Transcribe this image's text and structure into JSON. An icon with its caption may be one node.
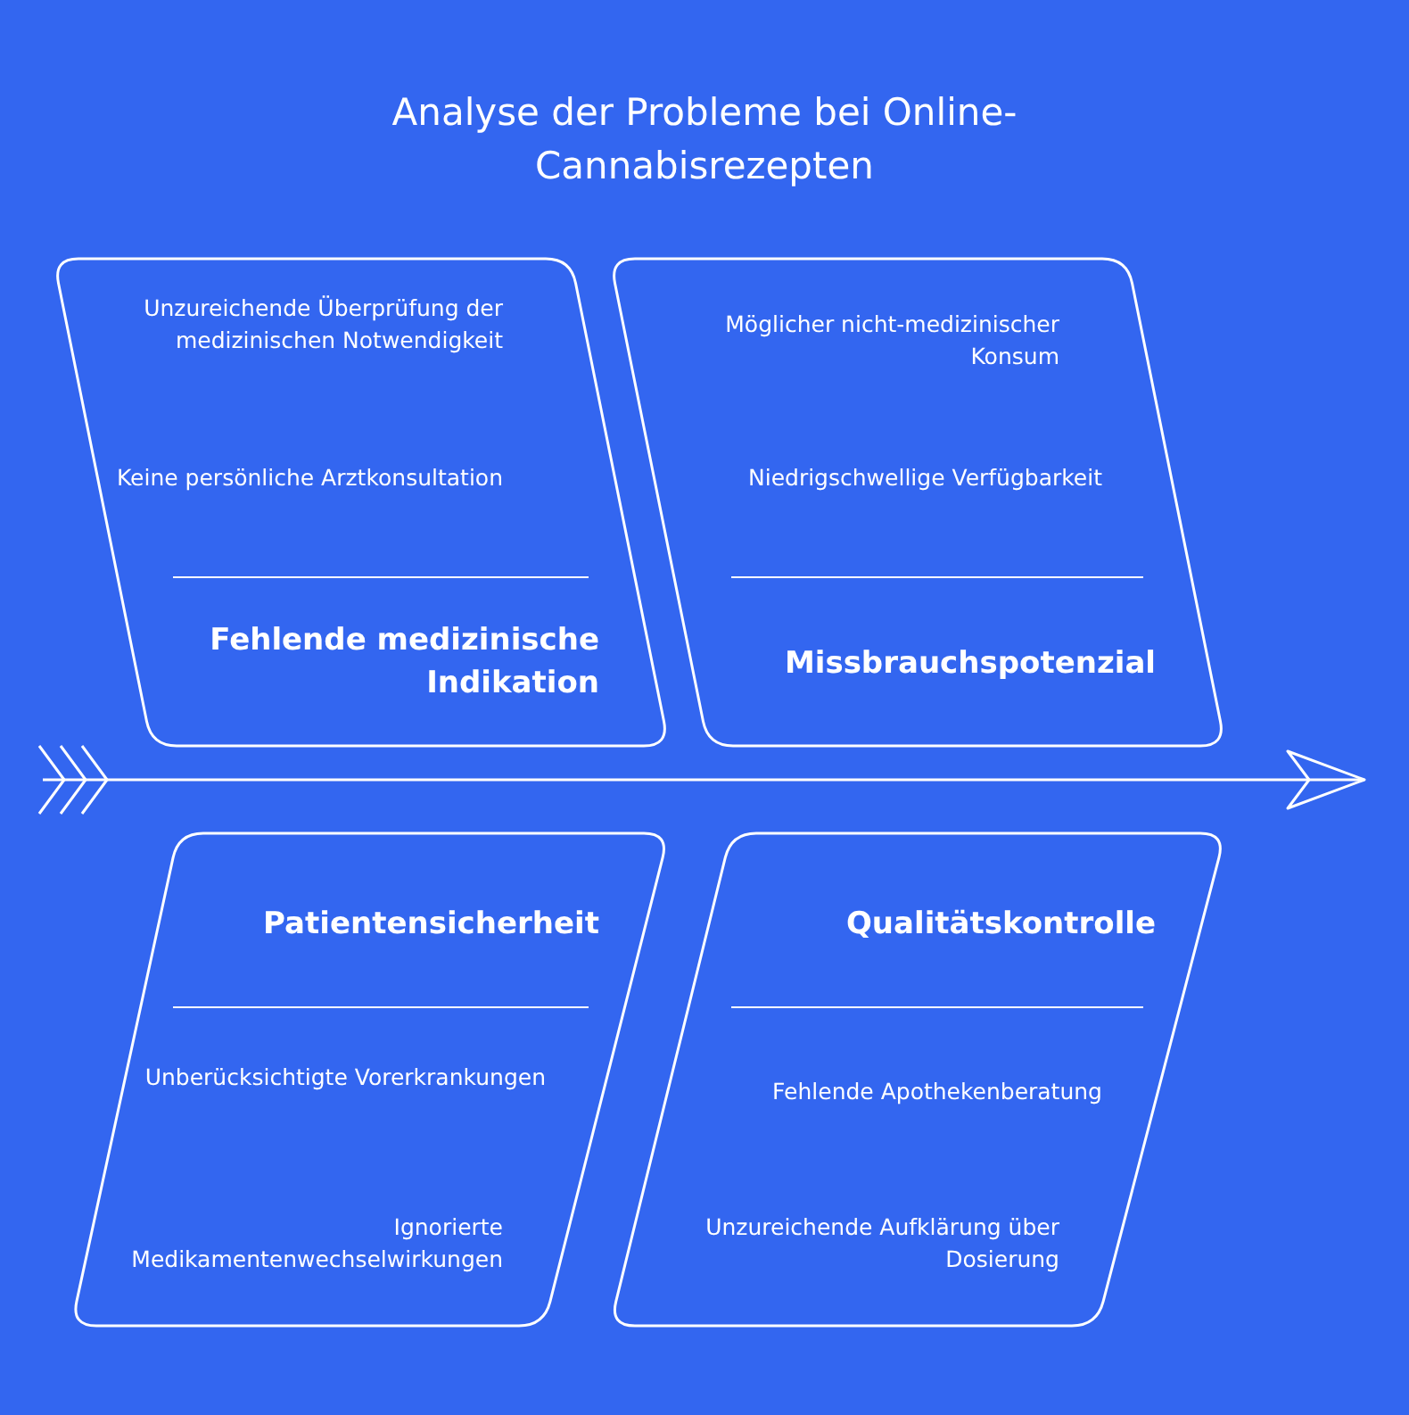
{
  "diagram": {
    "title": "Analyse der Probleme bei Online-Cannabisrezepten",
    "nodes": [
      {
        "text": [
          "Unzureichende Überprüfung der medizinischen Notwendigkeit",
          "Keine persönliche Arztkonsultation",
          "Fehlende medizinische Indikation"
        ]
      },
      {
        "text": [
          "Möglicher nicht-medizinischer Konsum",
          "Niedrigschwellige Verfügbarkeit",
          "Missbrauchspotenzial"
        ]
      },
      {
        "text": [
          "Patientensicherheit",
          "Unberücksichtigte Vorerkrankungen",
          "Ignorierte Medikamentenwechselwirkungen"
        ]
      },
      {
        "text": [
          "Qualitätskontrolle",
          "Fehlende Apothekenberatung",
          "Unzureichende Aufklärung über Dosierung"
        ]
      }
    ]
  }
}
